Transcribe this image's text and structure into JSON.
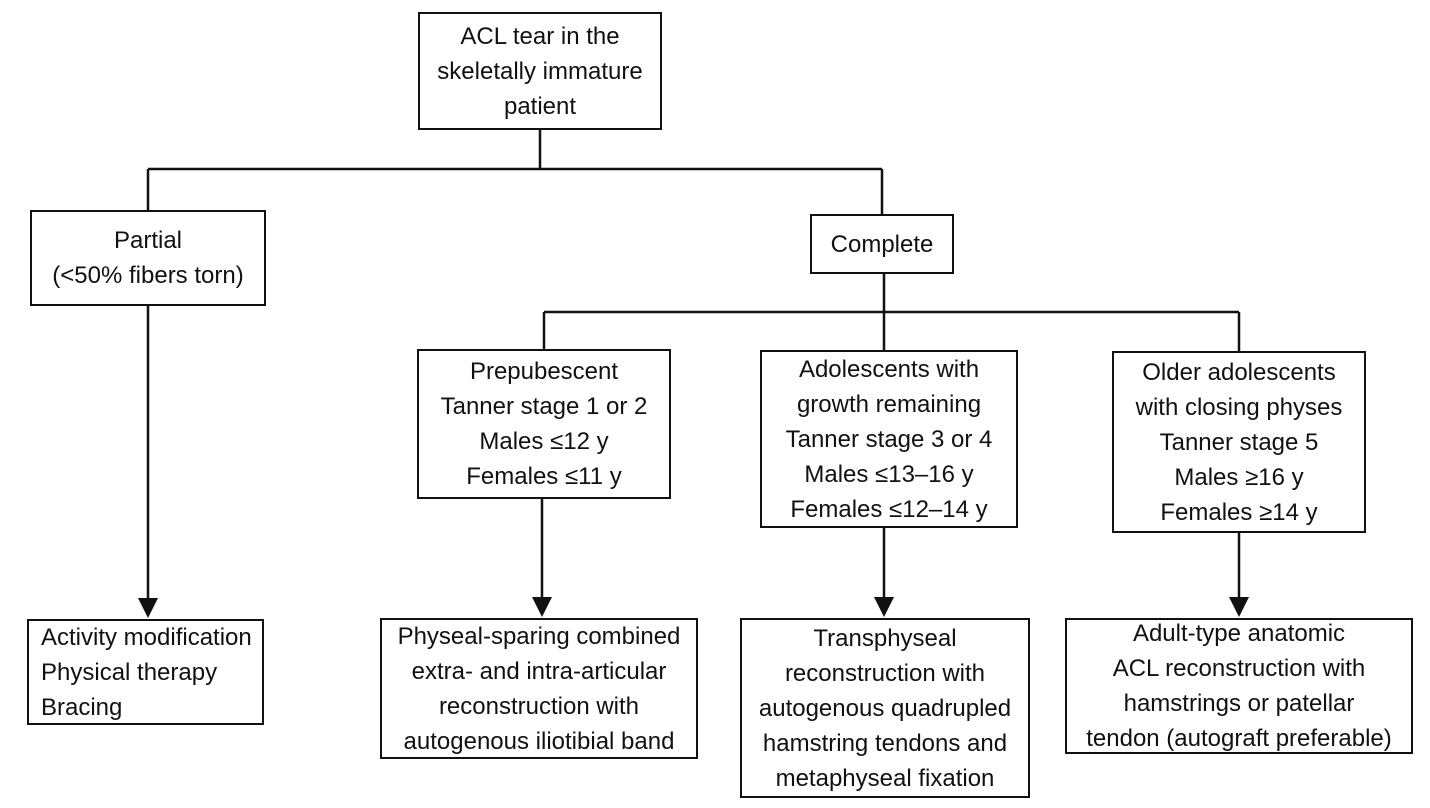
{
  "figure": {
    "type": "decision-tree-flowchart",
    "topic": "Treatment algorithm for ACL tear in the skeletally immature patient"
  },
  "colors": {
    "background": "#ffffff",
    "line": "#111111",
    "box_border": "#111111",
    "text": "#111111"
  },
  "nodes": {
    "root": {
      "text": "ACL tear in the\nskeletally immature\npatient"
    },
    "partial": {
      "text": "Partial\n(<50% fibers torn)"
    },
    "complete": {
      "text": "Complete"
    },
    "prepubescent": {
      "text": "Prepubescent\nTanner stage 1 or 2\nMales ≤12 y\nFemales ≤11 y"
    },
    "adolescents": {
      "text": "Adolescents with\ngrowth remaining\nTanner stage 3 or 4\nMales ≤13–16 y\nFemales ≤12–14 y"
    },
    "older": {
      "text": "Older adolescents\nwith closing physes\nTanner stage 5\nMales ≥16 y\nFemales ≥14 y"
    },
    "activity": {
      "text": "Activity modification\nPhysical therapy\nBracing"
    },
    "physeal": {
      "text": "Physeal-sparing combined\nextra- and intra-articular\nreconstruction with\nautogenous iliotibial band"
    },
    "transphyseal": {
      "text": "Transphyseal\nreconstruction with\nautogenous quadrupled\nhamstring tendons and\nmetaphyseal fixation"
    },
    "adult": {
      "text": "Adult-type anatomic\nACL reconstruction with\nhamstrings or patellar\ntendon (autograft preferable)"
    }
  },
  "edges": [
    {
      "from": "root",
      "to": "partial",
      "arrow": false
    },
    {
      "from": "root",
      "to": "complete",
      "arrow": false
    },
    {
      "from": "complete",
      "to": "prepubescent",
      "arrow": false
    },
    {
      "from": "complete",
      "to": "adolescents",
      "arrow": false
    },
    {
      "from": "complete",
      "to": "older",
      "arrow": false
    },
    {
      "from": "partial",
      "to": "activity",
      "arrow": true
    },
    {
      "from": "prepubescent",
      "to": "physeal",
      "arrow": true
    },
    {
      "from": "adolescents",
      "to": "transphyseal",
      "arrow": true
    },
    {
      "from": "older",
      "to": "adult",
      "arrow": true
    }
  ]
}
